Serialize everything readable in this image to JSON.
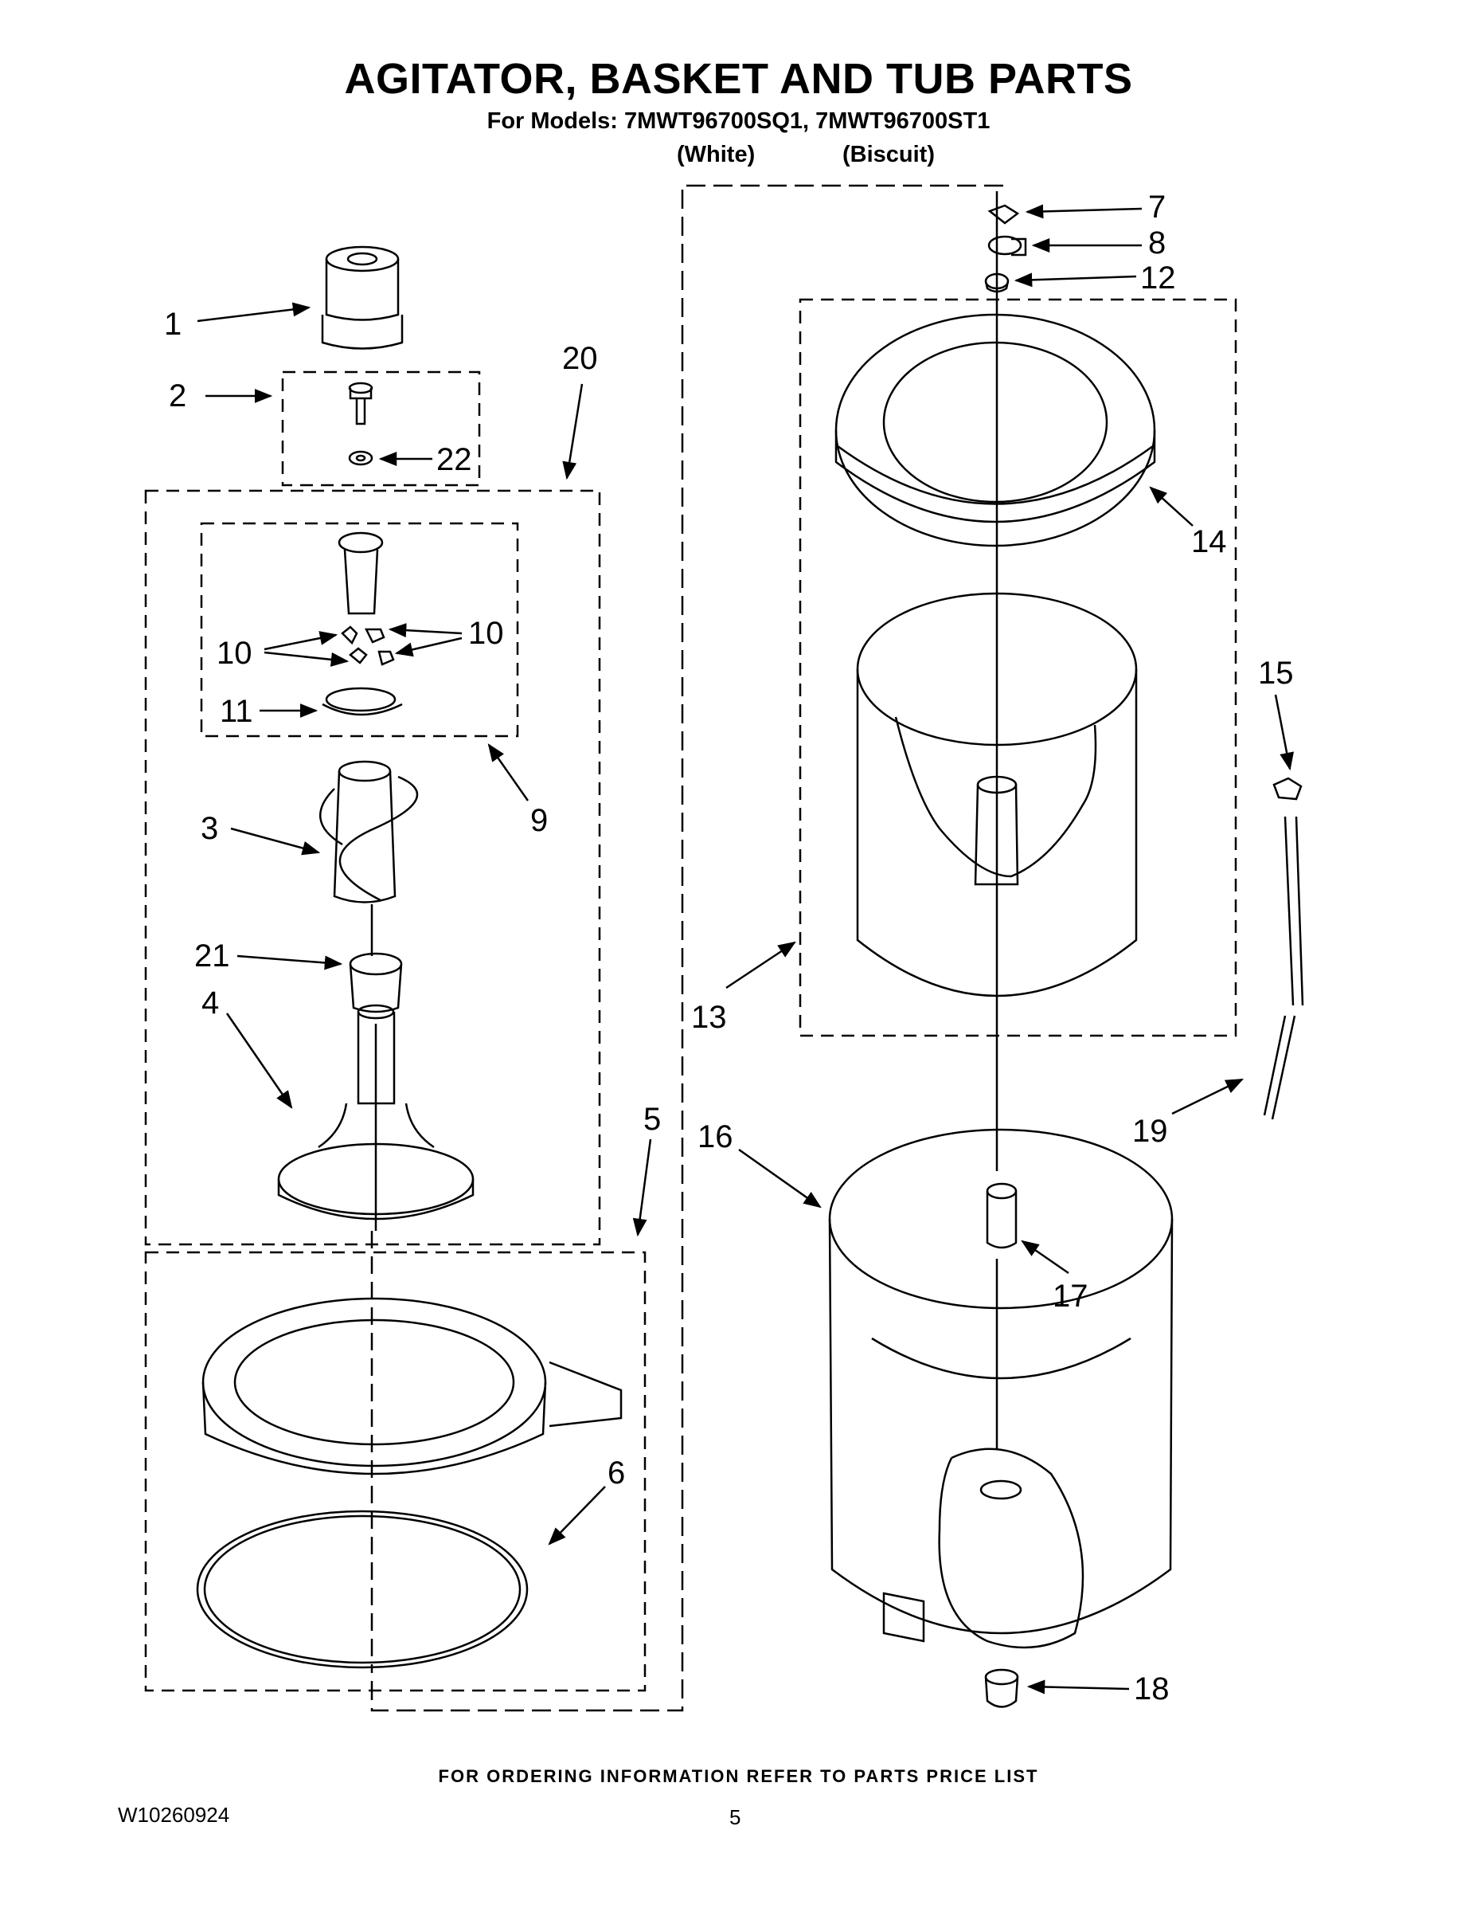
{
  "header": {
    "title": "AGITATOR, BASKET AND TUB PARTS",
    "models_line": "For Models: 7MWT96700SQ1, 7MWT96700ST1",
    "variant_white": "(White)",
    "variant_biscuit": "(Biscuit)"
  },
  "callouts": {
    "c1": "1",
    "c2": "2",
    "c3": "3",
    "c4": "4",
    "c5": "5",
    "c6": "6",
    "c7": "7",
    "c8": "8",
    "c9": "9",
    "c10a": "10",
    "c10b": "10",
    "c11": "11",
    "c12": "12",
    "c13": "13",
    "c14": "14",
    "c15": "15",
    "c16": "16",
    "c17": "17",
    "c18": "18",
    "c19": "19",
    "c20": "20",
    "c21": "21",
    "c22": "22"
  },
  "footer": {
    "ordering_note": "FOR ORDERING INFORMATION REFER TO PARTS PRICE LIST",
    "doc_number": "W10260924",
    "page_number": "5"
  }
}
